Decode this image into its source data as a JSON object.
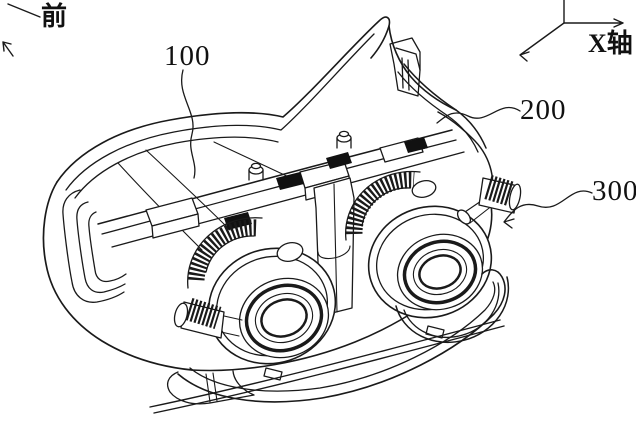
{
  "figure": {
    "background_color": "#ffffff",
    "line_color": "#1a1a1a",
    "description": "Patent-style isometric line drawing of a VR headset: main housing, dual gear-ring lens assemblies with knurled adjustment knobs, and a curved front cover plate"
  },
  "annotations": {
    "front_label": "前",
    "axis_label": "X轴",
    "part_labels": {
      "p100": "100",
      "p200": "200",
      "p300": "300"
    }
  }
}
